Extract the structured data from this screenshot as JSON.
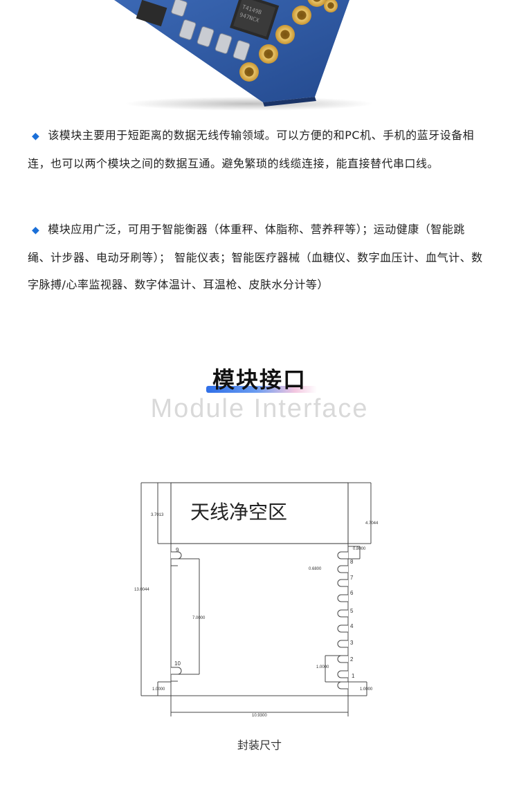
{
  "intro": {
    "para1": "该模块主要用于短距离的数据无线传输领域。可以方便的和PC机、手机的蓝牙设备相连，也可以两个模块之间的数据互通。避免繁琐的线缆连接，能直接替代串口线。",
    "para2": "模块应用广泛，可用于智能衡器（体重秤、体脂称、营养秤等）；运动健康（智能跳绳、计步器、电动牙刷等）； 智能仪表；智能医疗器械（血糖仪、数字血压计、血气计、数字脉搏/心率监视器、数字体温计、耳温枪、皮肤水分计等）"
  },
  "section": {
    "title": "模块接口",
    "subtitle": "Module Interface"
  },
  "diagram": {
    "antenna_label": "天线净空区",
    "dims": {
      "top_left": "3.7013",
      "right_top": "4.7044",
      "total_height": "13.0044",
      "pin_top_gap": "0.8000",
      "pad_width": "0.6800",
      "left_span": "7.0000",
      "pitch": "1.0000",
      "bottom_left": "1.0000",
      "bottom_right": "1.0000",
      "width": "10.9300"
    },
    "left_pins": [
      "9",
      "10"
    ],
    "right_pins": [
      "8",
      "7",
      "6",
      "5",
      "4",
      "3",
      "2",
      "1"
    ]
  },
  "caption": "封装尺寸",
  "colors": {
    "bullet": "#1a6fd8",
    "accent": "#2f6fe8"
  }
}
